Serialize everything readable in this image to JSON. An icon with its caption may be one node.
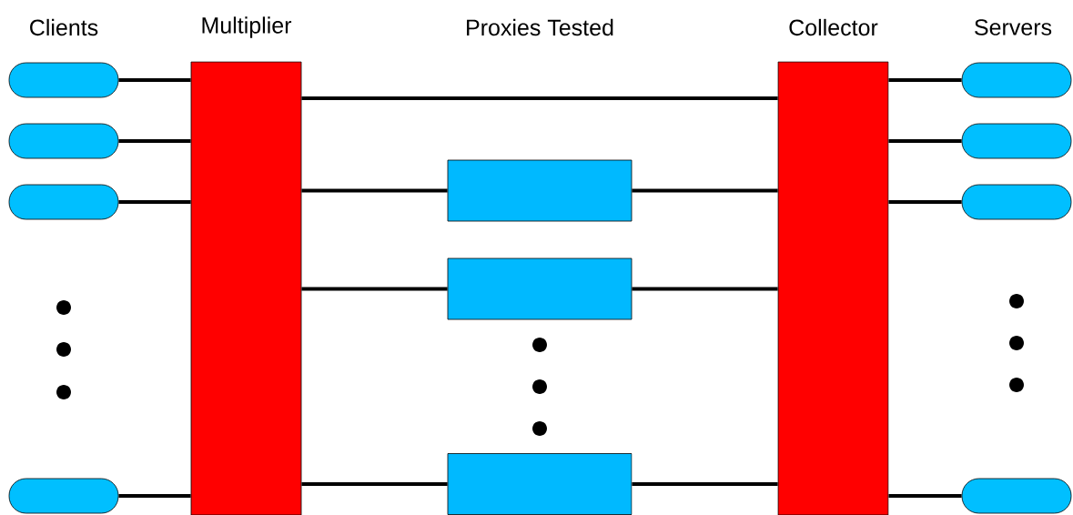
{
  "diagram": {
    "nodes": [
      {
        "text": [
          "Multiplier"
        ]
      },
      {
        "text": [
          "Collector"
        ]
      },
      {
        "text": [],
        "shape": "oval"
      },
      {
        "text": [],
        "shape": "oval"
      },
      {
        "text": [],
        "shape": "oval"
      },
      {
        "text": [],
        "shape": "oval"
      },
      {
        "text": [],
        "shape": "box"
      },
      {
        "text": [],
        "shape": "box"
      },
      {
        "text": [],
        "shape": "box"
      },
      {
        "text": [],
        "shape": "oval"
      },
      {
        "text": [],
        "shape": "oval"
      },
      {
        "text": [],
        "shape": "oval"
      },
      {
        "text": [],
        "shape": "oval"
      }
    ],
    "edges": [
      {
        "from": 2,
        "to": 0,
        "arrow": "none"
      },
      {
        "from": 3,
        "to": 0,
        "arrow": "none"
      },
      {
        "from": 4,
        "to": 0,
        "arrow": "none"
      },
      {
        "from": 5,
        "to": 0,
        "arrow": "none"
      },
      {
        "from": 0,
        "to": 1,
        "arrow": "none"
      },
      {
        "from": 0,
        "to": 6,
        "arrow": "none"
      },
      {
        "from": 0,
        "to": 7,
        "arrow": "none"
      },
      {
        "from": 0,
        "to": 8,
        "arrow": "none"
      },
      {
        "from": 6,
        "to": 1,
        "arrow": "none"
      },
      {
        "from": 7,
        "to": 1,
        "arrow": "none"
      },
      {
        "from": 8,
        "to": 1,
        "arrow": "none"
      },
      {
        "from": 1,
        "to": 9,
        "arrow": "none"
      },
      {
        "from": 1,
        "to": 10,
        "arrow": "none"
      },
      {
        "from": 1,
        "to": 11,
        "arrow": "none"
      },
      {
        "from": 1,
        "to": 12,
        "arrow": "none"
      }
    ],
    "labels": [
      "Clients",
      "Proxies Tested",
      "Servers"
    ]
  }
}
